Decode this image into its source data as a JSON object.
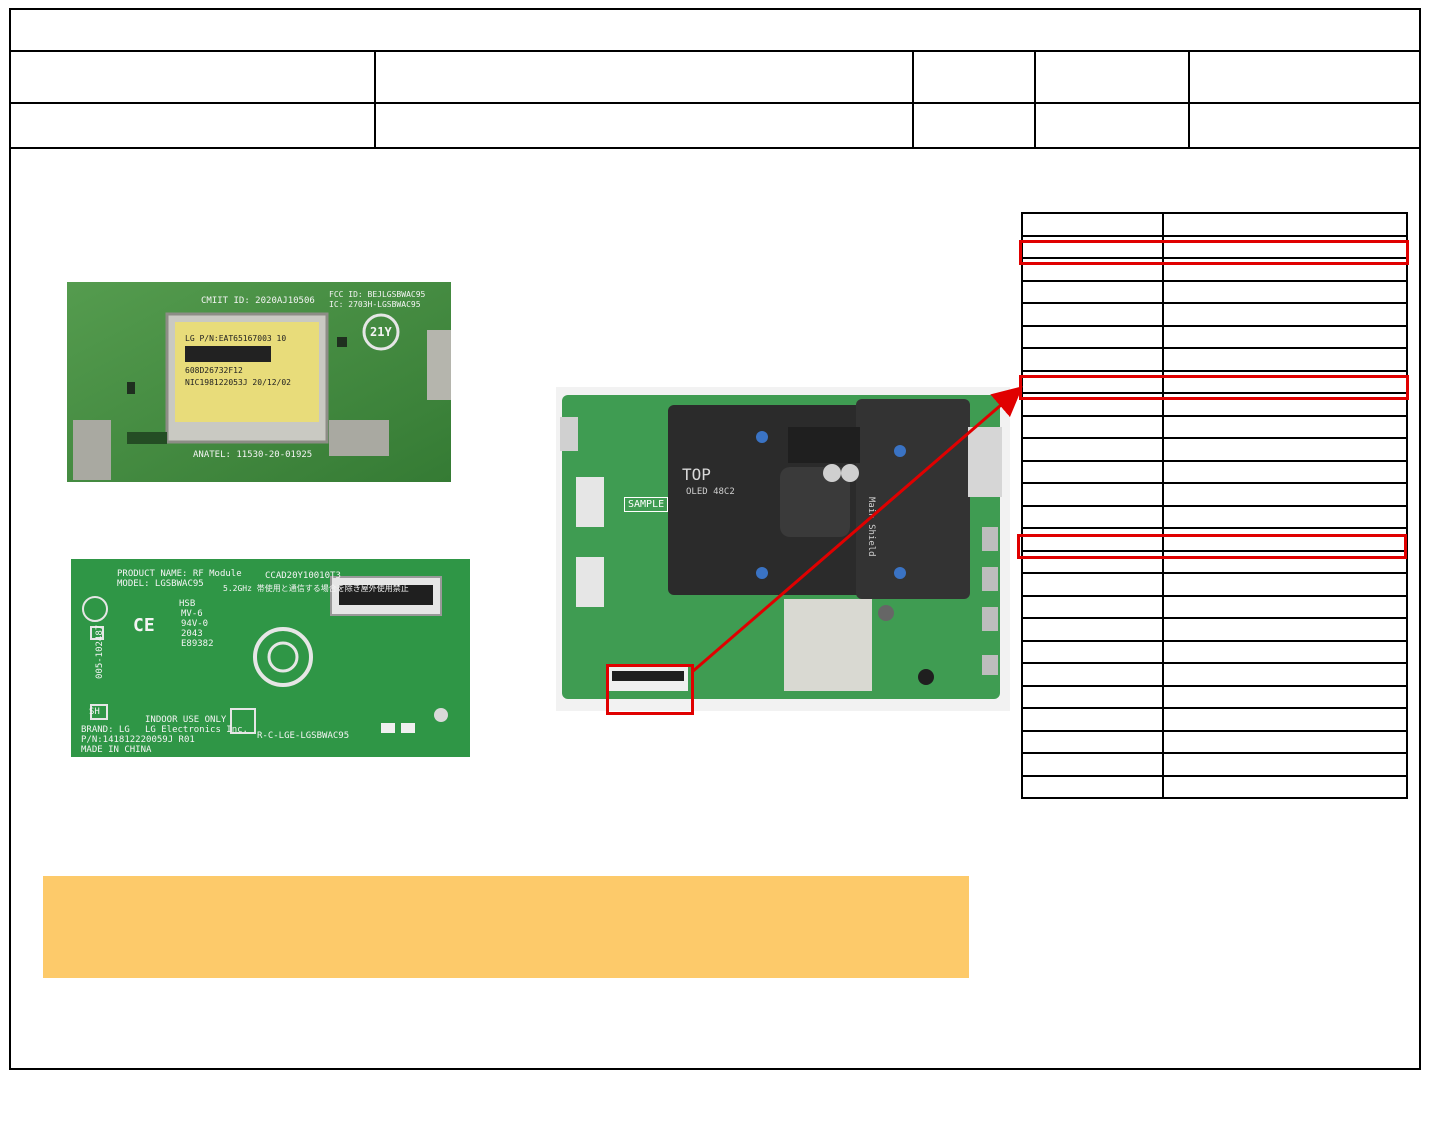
{
  "photos": {
    "wifi_front": {
      "cmiit_id": "CMIIT ID: 2020AJ10506",
      "fcc_id": "FCC ID: BEJLGSBWAC95",
      "ic": "IC: 2703H-LGSBWAC95",
      "lg_pn": "LG P/N:EAT65167003    10",
      "code1": "608D26732F12",
      "code2": "NIC198122053J  20/12/02",
      "anatel": "ANATEL: 11530-20-01925",
      "badge": "21Y"
    },
    "wifi_back": {
      "product_name": "PRODUCT NAME: RF Module",
      "model": "MODEL: LGSBWAC95",
      "cca": "CCAD20Y10010T3",
      "jp_text": "5.2GHz 帯使用と通信する場合を除き屋外使用禁止",
      "hsb": "HSB",
      "mv": "MV-6",
      "v0": "94V-0",
      "date": "2043",
      "e_code": "E89382",
      "indoor": "INDOOR USE ONLY",
      "brand": "BRAND: LG",
      "maker": "LG Electronics Inc.",
      "pn": "P/N:141812220059J R01",
      "made_in": "MADE IN CHINA",
      "rc": "R-C-LGE-LGSBWAC95",
      "sh": "SH",
      "r_code": "005-102487"
    },
    "mainboard": {
      "top_label": "TOP",
      "model_label": "OLED 48C2",
      "sample_label": "SAMPLE",
      "shield_label": "Main Shield"
    }
  },
  "colors": {
    "note_background": "#fdca6a",
    "highlight": "#e00000"
  }
}
